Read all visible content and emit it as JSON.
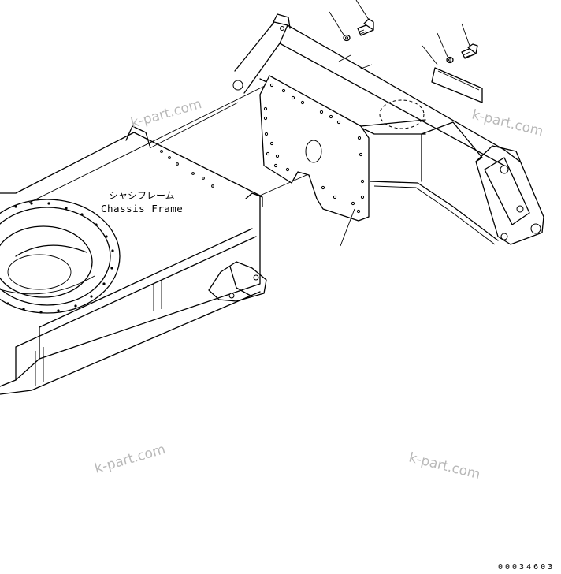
{
  "labels": {
    "chassis_frame_jp": "シャシフレーム",
    "chassis_frame_en": "Chassis Frame"
  },
  "watermarks": [
    "k-part.com",
    "k-part.com",
    "k-part.com",
    "k-part.com"
  ],
  "document_number": "00034603"
}
